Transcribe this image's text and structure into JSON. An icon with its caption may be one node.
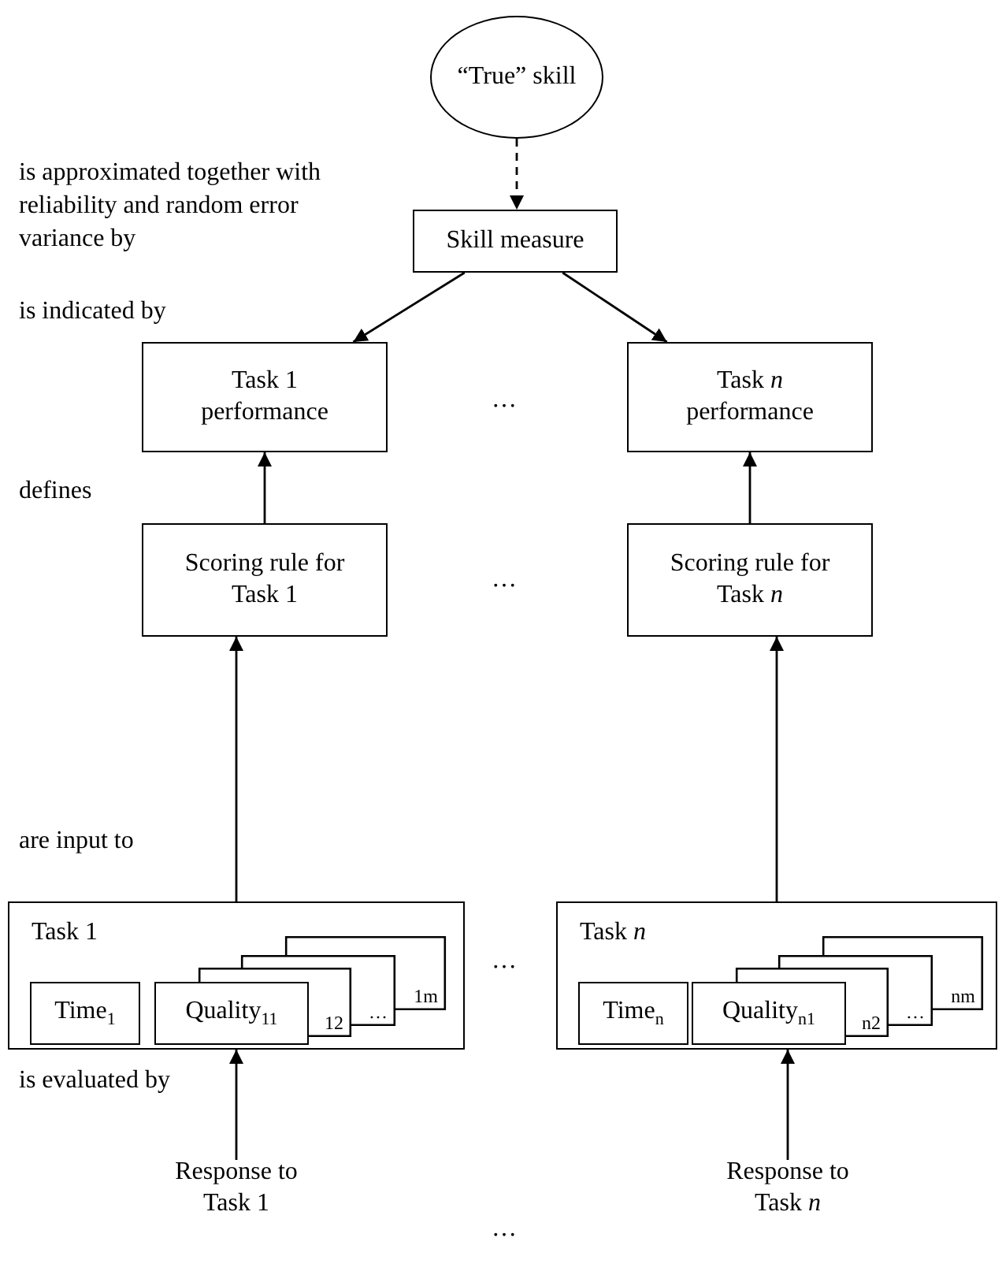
{
  "diagram": {
    "nodes": [
      {
        "text": [
          "“True” skill"
        ]
      },
      {
        "text": [
          "Skill measure"
        ]
      },
      {
        "text": [
          "Task 1 performance"
        ]
      },
      {
        "text": [
          "Task *n* performance"
        ]
      },
      {
        "text": [
          "Scoring rule for Task 1"
        ]
      },
      {
        "text": [
          "Scoring rule for Task *n*"
        ]
      },
      {
        "text": [
          "Task 1"
        ]
      },
      {
        "text": [
          "Time$_{1}$"
        ],
        "in": 6
      },
      {
        "text": [
          "1m"
        ],
        "in": 6
      },
      {
        "text": [
          "…"
        ],
        "in": 6
      },
      {
        "text": [
          "12"
        ],
        "in": 6
      },
      {
        "text": [
          "Quality$_{11}$"
        ],
        "in": 6
      },
      {
        "text": [
          "Task *n*"
        ]
      },
      {
        "text": [
          "Time$_{n}$"
        ],
        "in": 12
      },
      {
        "text": [
          "nm"
        ],
        "in": 12
      },
      {
        "text": [
          "…"
        ],
        "in": 12
      },
      {
        "text": [
          "n2"
        ],
        "in": 12
      },
      {
        "text": [
          "Quality$_{n1}$"
        ],
        "in": 12
      },
      {
        "text": [
          "Response to Task 1"
        ]
      },
      {
        "text": [
          "Response to Task *n*"
        ]
      }
    ],
    "edges": [
      {
        "from": 0,
        "to": 1,
        "arrow": "to",
        "style": "dashed"
      },
      {
        "from": 1,
        "to": 2,
        "arrow": "to"
      },
      {
        "from": 1,
        "to": 3,
        "arrow": "to"
      },
      {
        "from": 4,
        "to": 2,
        "arrow": "to"
      },
      {
        "from": 5,
        "to": 3,
        "arrow": "to"
      },
      {
        "from": 6,
        "to": 4,
        "arrow": "to"
      },
      {
        "from": 12,
        "to": 5,
        "arrow": "to"
      },
      {
        "from": 18,
        "to": 6,
        "arrow": "to"
      },
      {
        "from": 19,
        "to": 12,
        "arrow": "to"
      }
    ],
    "labels": [
      "is approximated together with reliability and random error variance by",
      "is indicated by",
      "…",
      "defines",
      "…",
      "are input to",
      "…",
      "is evaluated by",
      "…"
    ]
  }
}
